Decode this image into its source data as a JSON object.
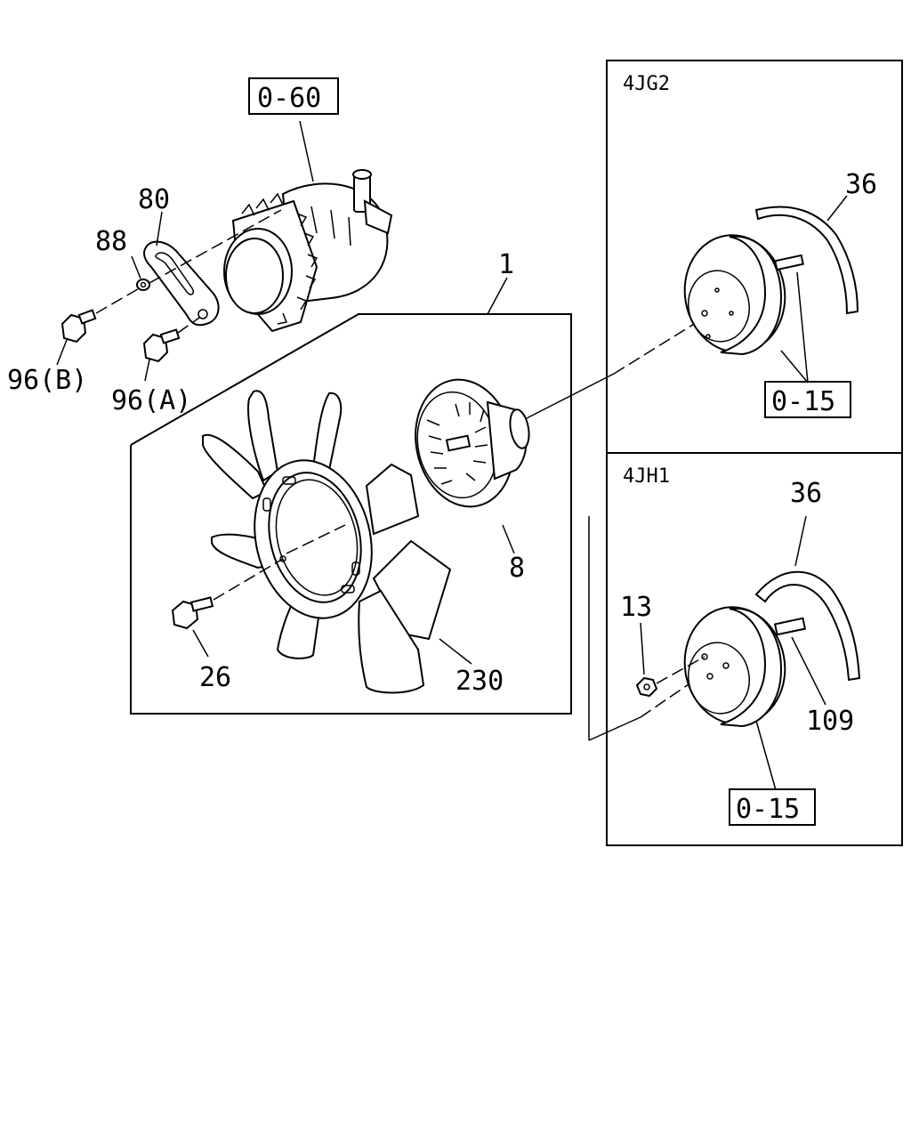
{
  "refs": {
    "alternator": "0-60",
    "pulley_4jg2": "0-15",
    "pulley_4jh1": "0-15"
  },
  "panels": {
    "top": "4JG2",
    "bottom": "4JH1"
  },
  "labels": {
    "p80": "80",
    "p88": "88",
    "p96b": "96(B)",
    "p96a": "96(A)",
    "p1": "1",
    "p8": "8",
    "p26": "26",
    "p230": "230",
    "p36_top": "36",
    "p36_bottom": "36",
    "p13": "13",
    "p109": "109"
  }
}
